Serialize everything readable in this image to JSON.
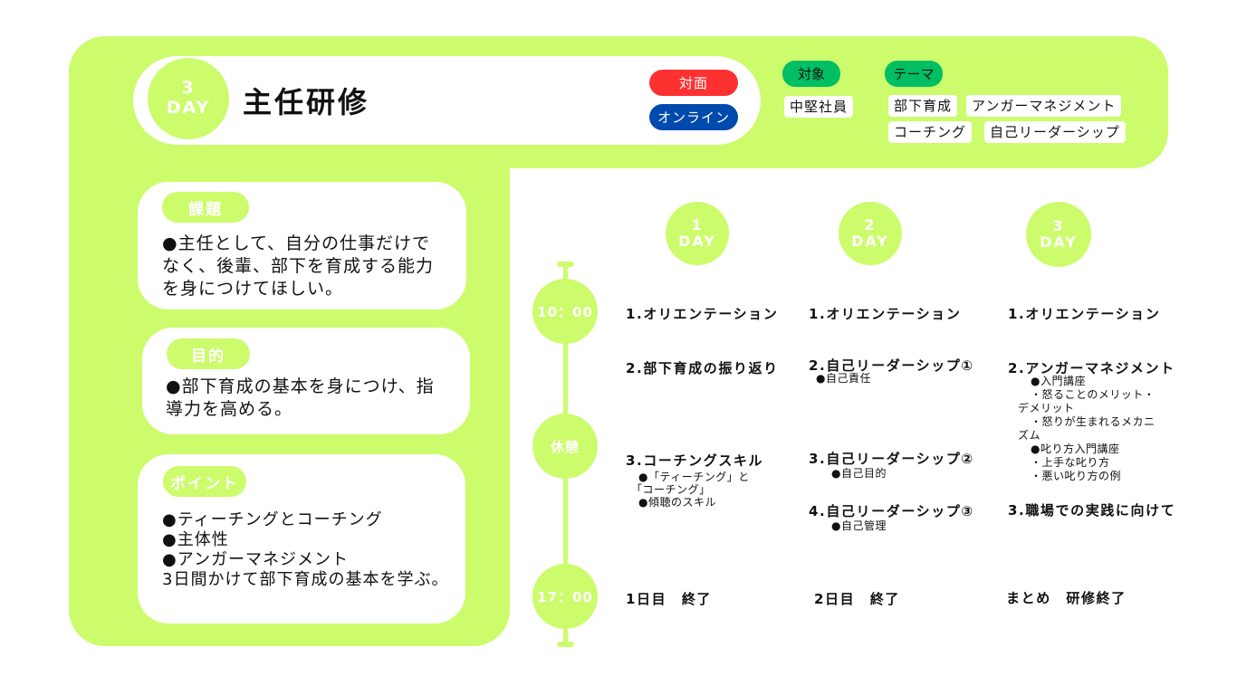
{
  "header": {
    "day_number": "3",
    "day_word": "DAY",
    "title": "主任研修",
    "format_in_person": "対面",
    "format_online": "オンライン",
    "target_label": "対象",
    "target_value": "中堅社員",
    "theme_label": "テーマ",
    "themes": [
      "部下育成",
      "アンガーマネジメント",
      "コーチング",
      "自己リーダーシップ"
    ]
  },
  "colors": {
    "accent_green": "#ccfc6c",
    "label_green": "#00bf63",
    "in_person_red": "#fe3131",
    "online_blue": "#004aad"
  },
  "cards": {
    "kadai": {
      "label": "課題",
      "lines": [
        "●主任として、自分の仕事だけで",
        "なく、後輩、部下を育成する能力",
        "を身につけてほしい。"
      ]
    },
    "mokuteki": {
      "label": "目的",
      "lines": [
        "●部下育成の基本を身につけ、指",
        "導力を高める。"
      ]
    },
    "point": {
      "label": "ポイント",
      "lines": [
        "●ティーチングとコーチング",
        "●主体性",
        "●アンガーマネジメント",
        "3日間かけて部下育成の基本を学ぶ。"
      ]
    }
  },
  "timeline": {
    "time_start": "10：00",
    "time_break": "休憩",
    "time_end": "17：00"
  },
  "days": {
    "day1": {
      "number": "1",
      "word": "DAY",
      "item1": "1.オリエンテーション",
      "item2": "2.部下育成の振り返り",
      "item3": "3.コーチングスキル",
      "item3_subs": [
        "●「ティーチング」と",
        "「コーチング」",
        "●傾聴のスキル"
      ],
      "end": "1日目　終了"
    },
    "day2": {
      "number": "2",
      "word": "DAY",
      "item1": "1.オリエンテーション",
      "item2": "2.自己リーダーシップ①",
      "item2_sub": "●自己責任",
      "item3": "3.自己リーダーシップ②",
      "item3_sub": "●自己目的",
      "item4": "4.自己リーダーシップ③",
      "item4_sub": "●自己管理",
      "end": "2日目　終了"
    },
    "day3": {
      "number": "3",
      "word": "DAY",
      "item1": "1.オリエンテーション",
      "item2": "2.アンガーマネジメント",
      "item2_subs": [
        "●入門講座",
        "・怒ることのメリット・",
        "デメリット",
        "・怒りが生まれるメカニ",
        "ズム",
        "●叱り方入門講座",
        "・上手な叱り方",
        "・悪い叱り方の例"
      ],
      "item3": "3.職場での実践に向けて",
      "end": "まとめ　研修終了"
    }
  }
}
